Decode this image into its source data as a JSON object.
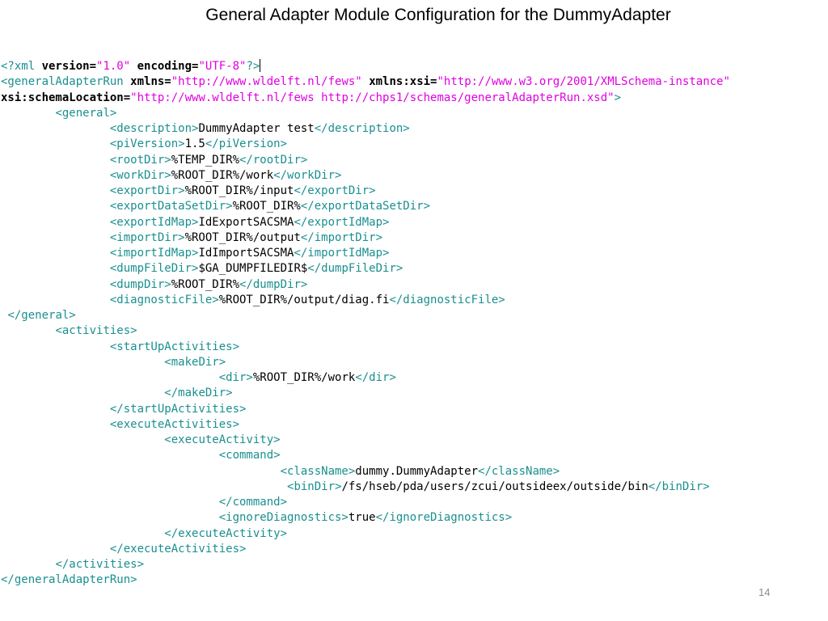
{
  "slide": {
    "title": "General Adapter Module Configuration for the DummyAdapter",
    "page_number": "14"
  },
  "colors": {
    "tag": "#1a8f8f",
    "attribute": "#000000",
    "string": "#e000e0",
    "text": "#000000",
    "page_number": "#8c8c8c"
  },
  "code_lines": [
    [
      [
        "tag",
        "<?xml "
      ],
      [
        "attr",
        "version="
      ],
      [
        "str",
        "\"1.0\""
      ],
      [
        "text",
        " "
      ],
      [
        "attr",
        "encoding="
      ],
      [
        "str",
        "\"UTF-8\""
      ],
      [
        "tag",
        "?>"
      ]
    ],
    [
      [
        "tag",
        "<generalAdapterRun "
      ],
      [
        "attr",
        "xmlns="
      ],
      [
        "str",
        "\"http://www.wldelft.nl/fews\""
      ],
      [
        "text",
        " "
      ],
      [
        "attr",
        "xmlns:xsi="
      ],
      [
        "str",
        "\"http://www.w3.org/2001/XMLSchema-instance\""
      ]
    ],
    [
      [
        "attr",
        "xsi:schemaLocation="
      ],
      [
        "str",
        "\"http://www.wldelft.nl/fews http://chps1/schemas/generalAdapterRun.xsd\""
      ],
      [
        "tag",
        ">"
      ]
    ],
    [
      [
        "text",
        "        "
      ],
      [
        "tag",
        "<general>"
      ]
    ],
    [
      [
        "text",
        "                "
      ],
      [
        "tag",
        "<description>"
      ],
      [
        "text",
        "DummyAdapter test"
      ],
      [
        "tag",
        "</description>"
      ]
    ],
    [
      [
        "text",
        "                "
      ],
      [
        "tag",
        "<piVersion>"
      ],
      [
        "text",
        "1.5"
      ],
      [
        "tag",
        "</piVersion>"
      ]
    ],
    [
      [
        "text",
        "                "
      ],
      [
        "tag",
        "<rootDir>"
      ],
      [
        "text",
        "%TEMP_DIR%"
      ],
      [
        "tag",
        "</rootDir>"
      ]
    ],
    [
      [
        "text",
        "                "
      ],
      [
        "tag",
        "<workDir>"
      ],
      [
        "text",
        "%ROOT_DIR%/work"
      ],
      [
        "tag",
        "</workDir>"
      ]
    ],
    [
      [
        "text",
        "                "
      ],
      [
        "tag",
        "<exportDir>"
      ],
      [
        "text",
        "%ROOT_DIR%/input"
      ],
      [
        "tag",
        "</exportDir>"
      ]
    ],
    [
      [
        "text",
        "                "
      ],
      [
        "tag",
        "<exportDataSetDir>"
      ],
      [
        "text",
        "%ROOT_DIR%"
      ],
      [
        "tag",
        "</exportDataSetDir>"
      ]
    ],
    [
      [
        "text",
        "                "
      ],
      [
        "tag",
        "<exportIdMap>"
      ],
      [
        "text",
        "IdExportSACSMA"
      ],
      [
        "tag",
        "</exportIdMap>"
      ]
    ],
    [
      [
        "text",
        "                "
      ],
      [
        "tag",
        "<importDir>"
      ],
      [
        "text",
        "%ROOT_DIR%/output"
      ],
      [
        "tag",
        "</importDir>"
      ]
    ],
    [
      [
        "text",
        "                "
      ],
      [
        "tag",
        "<importIdMap>"
      ],
      [
        "text",
        "IdImportSACSMA"
      ],
      [
        "tag",
        "</importIdMap>"
      ]
    ],
    [
      [
        "text",
        "                "
      ],
      [
        "tag",
        "<dumpFileDir>"
      ],
      [
        "text",
        "$GA_DUMPFILEDIR$"
      ],
      [
        "tag",
        "</dumpFileDir>"
      ]
    ],
    [
      [
        "text",
        "                "
      ],
      [
        "tag",
        "<dumpDir>"
      ],
      [
        "text",
        "%ROOT_DIR%"
      ],
      [
        "tag",
        "</dumpDir>"
      ]
    ],
    [
      [
        "text",
        "                "
      ],
      [
        "tag",
        "<diagnosticFile>"
      ],
      [
        "text",
        "%ROOT_DIR%/output/diag.fi"
      ],
      [
        "tag",
        "</diagnosticFile>"
      ]
    ],
    [
      [
        "text",
        " "
      ],
      [
        "tag",
        "</general>"
      ]
    ],
    [
      [
        "text",
        "        "
      ],
      [
        "tag",
        "<activities>"
      ]
    ],
    [
      [
        "text",
        "                "
      ],
      [
        "tag",
        "<startUpActivities>"
      ]
    ],
    [
      [
        "text",
        "                        "
      ],
      [
        "tag",
        "<makeDir>"
      ]
    ],
    [
      [
        "text",
        "                                "
      ],
      [
        "tag",
        "<dir>"
      ],
      [
        "text",
        "%ROOT_DIR%/work"
      ],
      [
        "tag",
        "</dir>"
      ]
    ],
    [
      [
        "text",
        "                        "
      ],
      [
        "tag",
        "</makeDir>"
      ]
    ],
    [
      [
        "text",
        "                "
      ],
      [
        "tag",
        "</startUpActivities>"
      ]
    ],
    [
      [
        "text",
        "                "
      ],
      [
        "tag",
        "<executeActivities>"
      ]
    ],
    [
      [
        "text",
        "                        "
      ],
      [
        "tag",
        "<executeActivity>"
      ]
    ],
    [
      [
        "text",
        "                                "
      ],
      [
        "tag",
        "<command>"
      ]
    ],
    [
      [
        "text",
        "                                         "
      ],
      [
        "tag",
        "<className>"
      ],
      [
        "text",
        "dummy.DummyAdapter"
      ],
      [
        "tag",
        "</className>"
      ]
    ],
    [
      [
        "text",
        "                                          "
      ],
      [
        "tag",
        "<binDir>"
      ],
      [
        "text",
        "/fs/hseb/pda/users/zcui/outsideex/outside/bin"
      ],
      [
        "tag",
        "</binDir>"
      ]
    ],
    [
      [
        "text",
        "                                "
      ],
      [
        "tag",
        "</command>"
      ]
    ],
    [
      [
        "text",
        "                                "
      ],
      [
        "tag",
        "<ignoreDiagnostics>"
      ],
      [
        "text",
        "true"
      ],
      [
        "tag",
        "</ignoreDiagnostics>"
      ]
    ],
    [
      [
        "text",
        "                        "
      ],
      [
        "tag",
        "</executeActivity>"
      ]
    ],
    [
      [
        "text",
        "                "
      ],
      [
        "tag",
        "</executeActivities>"
      ]
    ],
    [
      [
        "text",
        "        "
      ],
      [
        "tag",
        "</activities>"
      ]
    ],
    [
      [
        "tag",
        "</generalAdapterRun>"
      ]
    ]
  ]
}
